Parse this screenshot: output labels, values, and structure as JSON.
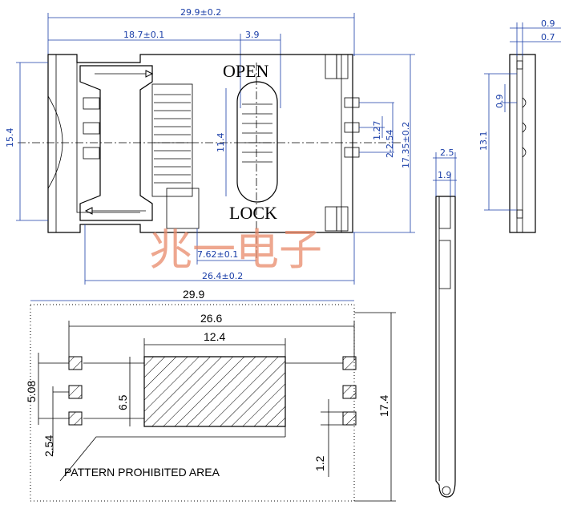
{
  "watermark": "兆一电子",
  "top_view": {
    "labels": {
      "open": "OPEN",
      "lock": "LOCK"
    },
    "dims": {
      "overall_width": "29.9±0.2",
      "d_18_7": "18.7±0.1",
      "d_3_9": "3.9",
      "height_15_4": "15.4",
      "d_11_4": "11.4",
      "d_1_27": "1.27",
      "d_2_254": "2-2.54",
      "d_17_35": "17.35±0.2",
      "d_7_62": "7.62±0.1",
      "d_26_4": "26.4±0.2"
    }
  },
  "side_view": {
    "dims": {
      "d_0_9_top": "0.9",
      "d_0_7": "0.7",
      "d_0_9_pitch": "0.9",
      "d_13_1": "13.1"
    }
  },
  "profile_view": {
    "dims": {
      "d_2_5": "2.5",
      "d_1_9": "1.9"
    }
  },
  "footprint": {
    "note": "PATTERN PROHIBITED AREA",
    "dims": {
      "d_29_9": "29.9",
      "d_26_6": "26.6",
      "d_12_4": "12.4",
      "d_5_08": "5.08",
      "d_6_5": "6.5",
      "d_2_54": "2.54",
      "d_17_4": "17.4",
      "d_1_2": "1.2"
    }
  }
}
